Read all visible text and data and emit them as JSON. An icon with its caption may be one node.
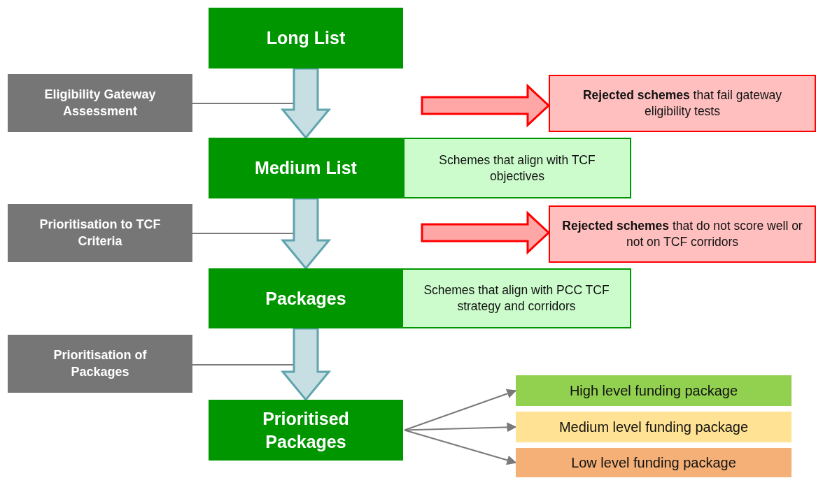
{
  "diagram": {
    "nodes": [
      {
        "text": [
          "Long List"
        ]
      },
      {
        "text": [
          "Eligibility Gateway Assessment"
        ]
      },
      {
        "text": [
          "**Rejected schemes** that fail gateway eligibility tests"
        ]
      },
      {
        "text": [
          "Medium List"
        ]
      },
      {
        "text": [
          "Schemes that align with TCF objectives"
        ]
      },
      {
        "text": [
          "Prioritisation to TCF Criteria"
        ]
      },
      {
        "text": [
          "**Rejected schemes** that do not score well or not on TCF corridors"
        ]
      },
      {
        "text": [
          "Packages"
        ]
      },
      {
        "text": [
          "Schemes that align with PCC TCF strategy and corridors"
        ]
      },
      {
        "text": [
          "Prioritisation of Packages"
        ]
      },
      {
        "text": [
          "Prioritised Packages"
        ]
      },
      {
        "text": [
          "High level funding package"
        ]
      },
      {
        "text": [
          "Medium level funding package"
        ]
      },
      {
        "text": [
          "Low level funding package"
        ]
      }
    ],
    "edges": [
      {
        "from": 0,
        "to": 3,
        "arrow": "to",
        "style": "thick",
        "color": "#5fa4ae"
      },
      {
        "from": 1,
        "to": null,
        "arrow": "none"
      },
      {
        "from": null,
        "to": 2,
        "arrow": "to",
        "style": "thick",
        "color": "#ff0000"
      },
      {
        "from": 3,
        "to": 7,
        "arrow": "to",
        "style": "thick",
        "color": "#5fa4ae"
      },
      {
        "from": 5,
        "to": null,
        "arrow": "none"
      },
      {
        "from": null,
        "to": 6,
        "arrow": "to",
        "style": "thick",
        "color": "#ff0000"
      },
      {
        "from": 7,
        "to": 10,
        "arrow": "to",
        "style": "thick",
        "color": "#5fa4ae"
      },
      {
        "from": 9,
        "to": null,
        "arrow": "none"
      },
      {
        "from": 10,
        "to": 11,
        "arrow": "to"
      },
      {
        "from": 10,
        "to": 12,
        "arrow": "to"
      },
      {
        "from": 10,
        "to": 13,
        "arrow": "to"
      }
    ]
  }
}
